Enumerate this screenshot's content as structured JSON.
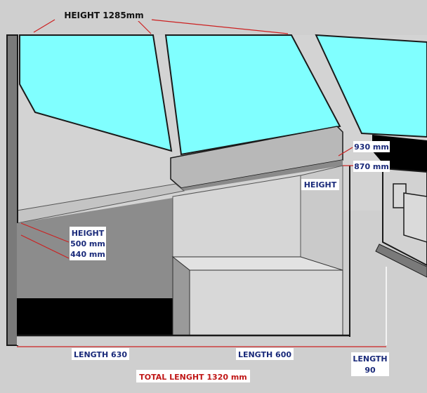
{
  "labels": {
    "height_total": "HEIGHT 1285mm",
    "dim_930": "930 mm",
    "dim_870": "870 mm",
    "height_right": "HEIGHT",
    "height_left": "HEIGHT",
    "dim_500": "500 mm",
    "dim_440": "440 mm",
    "length_630": "LENGTH 630",
    "length_600": "LENGTH 600",
    "length_90_line1": "LENGTH",
    "length_90_line2": "90",
    "total_length": "TOTAL LENGHT 1320 mm"
  },
  "colors": {
    "glass": "#80ffff",
    "dimension_text": "#1a2a7a",
    "total_text": "#c01818",
    "dimension_line": "#cc2020",
    "frame": "#d0d0d0",
    "outline": "#1a1a1a"
  }
}
